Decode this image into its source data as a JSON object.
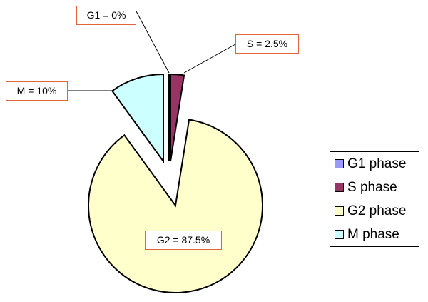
{
  "chart_data": {
    "type": "pie",
    "title": "",
    "slices": [
      {
        "name": "G1 phase",
        "value": 0,
        "label": "G1 = 0%",
        "color": "#9999ff"
      },
      {
        "name": "S phase",
        "value": 2.5,
        "label": "S = 2.5%",
        "color": "#993366"
      },
      {
        "name": "G2 phase",
        "value": 87.5,
        "label": "G2 = 87.5%",
        "color": "#ffffcc"
      },
      {
        "name": "M phase",
        "value": 10,
        "label": "M = 10%",
        "color": "#ccffff"
      }
    ],
    "legend_position": "right"
  }
}
